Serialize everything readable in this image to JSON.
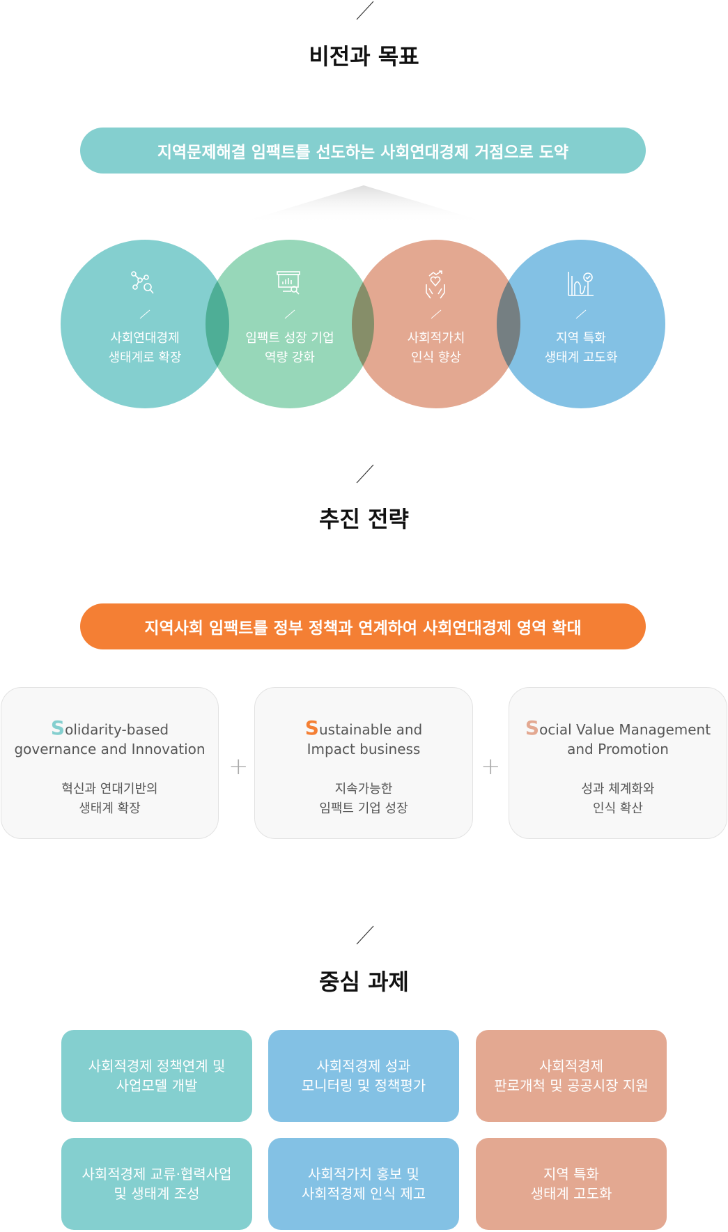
{
  "colors": {
    "teal": "#84cfcf",
    "green": "#97d7b9",
    "salmon": "#e3a891",
    "blue": "#83c1e4",
    "orange": "#f47f34"
  },
  "vision": {
    "title": "비전과 목표",
    "banner": "지역문제해결 임팩트를 선도하는 사회연대경제 거점으로 도약",
    "goals": [
      {
        "icon": "network-search-icon",
        "line1": "사회연대경제",
        "line2": "생태계로 확장"
      },
      {
        "icon": "presentation-chart-icon",
        "line1": "임팩트 성장 기업",
        "line2": "역량 강화"
      },
      {
        "icon": "heart-hands-icon",
        "line1": "사회적가치",
        "line2": "인식 향상"
      },
      {
        "icon": "growth-check-icon",
        "line1": "지역 특화",
        "line2": "생태계 고도화"
      }
    ]
  },
  "strategy": {
    "title": "추진 전략",
    "banner": "지역사회 임팩트를 정부 정책과 연계하여 사회연대경제 영역 확대",
    "cards": [
      {
        "cap": "S",
        "en1": "olidarity-based",
        "en2": "governance and Innovation",
        "ko1": "혁신과 연대기반의",
        "ko2": "생태계 확장"
      },
      {
        "cap": "S",
        "en1": "ustainable and",
        "en2": "Impact business",
        "ko1": "지속가능한",
        "ko2": "임팩트 기업 성장"
      },
      {
        "cap": "S",
        "en1": "ocial Value Management",
        "en2": "and Promotion",
        "ko1": "성과 체계화와",
        "ko2": "인식 확산"
      }
    ],
    "plus": "+"
  },
  "tasks": {
    "title": "중심 과제",
    "items": [
      {
        "line1": "사회적경제 정책연계 및",
        "line2": "사업모델 개발"
      },
      {
        "line1": "사회적경제 성과",
        "line2": "모니터링 및 정책평가"
      },
      {
        "line1": "사회적경제",
        "line2": "판로개척 및 공공시장 지원"
      },
      {
        "line1": "사회적경제 교류·협력사업",
        "line2": "및 생태계 조성"
      },
      {
        "line1": "사회적가치 홍보 및",
        "line2": "사회적경제 인식 제고"
      },
      {
        "line1": "지역 특화",
        "line2": "생태계 고도화"
      }
    ]
  }
}
